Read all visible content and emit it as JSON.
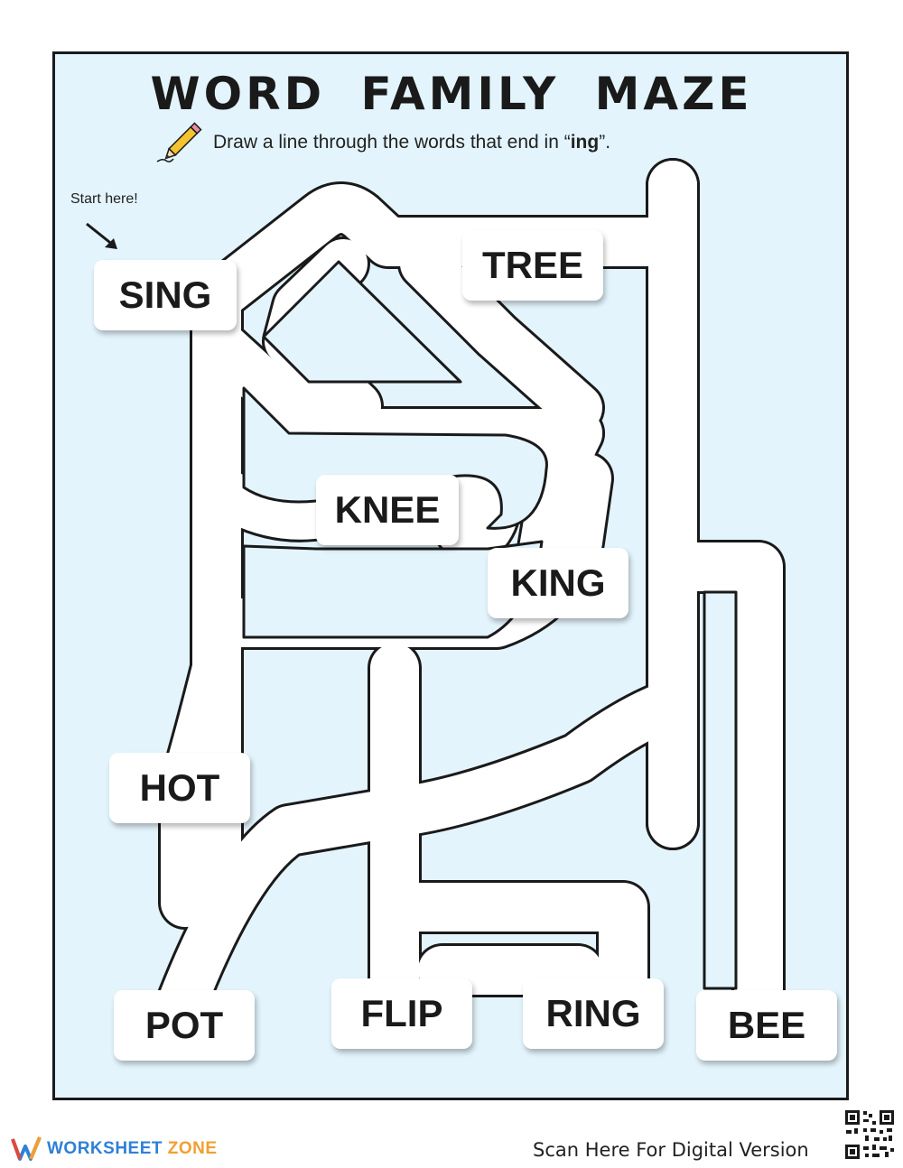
{
  "title": "WORD FAMILY MAZE",
  "instructions": {
    "before": "Draw a line through the words that end in “",
    "highlight": "ing",
    "after": "”."
  },
  "start_label": "Start here!",
  "words": {
    "sing": "SING",
    "tree": "TREE",
    "knee": "KNEE",
    "king": "KING",
    "hot": "HOT",
    "pot": "POT",
    "flip": "FLIP",
    "ring": "RING",
    "bee": "BEE"
  },
  "footer": {
    "brand_main": "WORKSHEET",
    "brand_accent": "ZONE",
    "scan_text": "Scan Here For Digital Version"
  },
  "colors": {
    "background": "#e3f4fc",
    "path": "#ffffff",
    "outline": "#1a1a1a",
    "brand_blue": "#2f80d6",
    "brand_orange": "#f0a030"
  },
  "icons": [
    "pencil-icon",
    "arrow-icon",
    "qr-code-icon",
    "worksheetzone-logo-icon"
  ]
}
